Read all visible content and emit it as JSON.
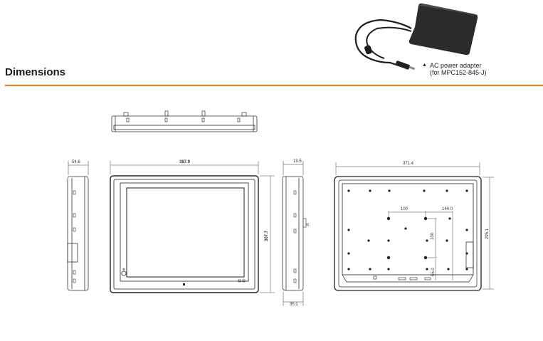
{
  "section": {
    "title": "Dimensions",
    "accent_color": "#f07d1e"
  },
  "adapter": {
    "caption_line1": "AC power adapter",
    "caption_line2": "(for MPC152-845-J)"
  },
  "dimensions": {
    "side_left_depth": "54.6",
    "front_width": "387.9",
    "front_height": "307.7",
    "side_right_depth": "19.5",
    "side_right_bottom": "35.1",
    "side_right_small": "8",
    "rear_width": "371.4",
    "rear_height": "295.1",
    "rear_hole_h1": "100",
    "rear_hole_h2": "144.0",
    "rear_hole_v": "100",
    "rear_hole_bottom": "55.0"
  }
}
